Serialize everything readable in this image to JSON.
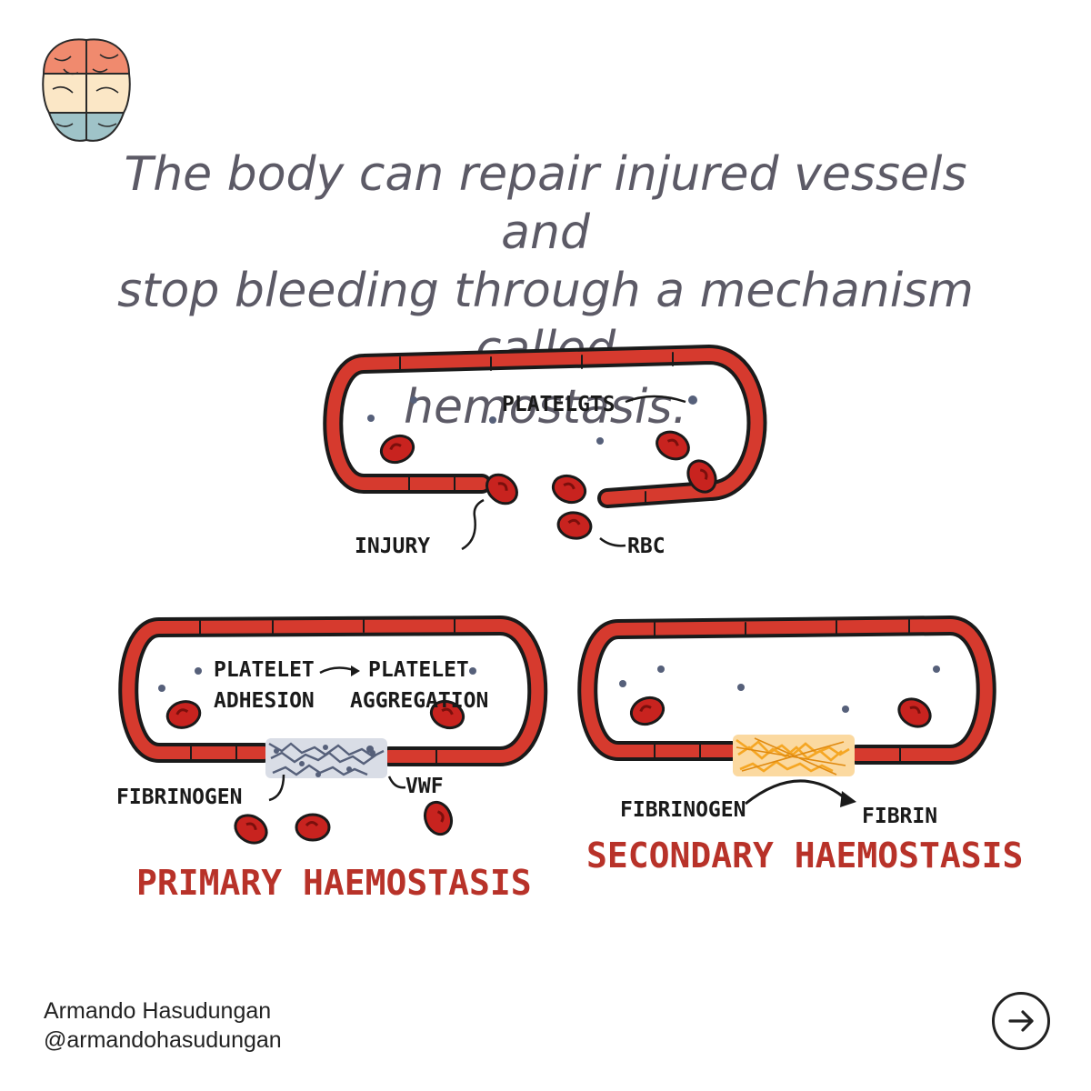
{
  "headline": {
    "line1": "The body can repair injured vessels and",
    "line2": "stop bleeding through a mechanism called",
    "line3": "hemostasis."
  },
  "diagram": {
    "top_panel": {
      "label_platelets": "PLATELGTS",
      "label_injury": "INJURY",
      "label_rbc": "RBC"
    },
    "left_panel": {
      "label_adhesion_1": "PLATELET",
      "label_adhesion_2": "ADHESION",
      "label_aggregation_1": "PLATELET",
      "label_aggregation_2": "AGGREGATION",
      "label_fibrinogen": "FIBRINOGEN",
      "label_vwf": "VWF",
      "title": "PRIMARY HAEMOSTASIS"
    },
    "right_panel": {
      "label_fibrinogen": "FIBRINOGEN",
      "label_fibrin": "FIBRIN",
      "title": "SECONDARY HAEMOSTASIS"
    }
  },
  "colors": {
    "vessel": "#d63a2e",
    "rbc": "#c8231f",
    "platelet": "#56607a",
    "fibrin": "#f5a623",
    "title": "#b83229",
    "headline": "#5c5a66"
  },
  "footer": {
    "author_name": "Armando Hasudungan",
    "author_handle": "@armandohasudungan",
    "next_icon": "arrow-right-circle-icon"
  }
}
